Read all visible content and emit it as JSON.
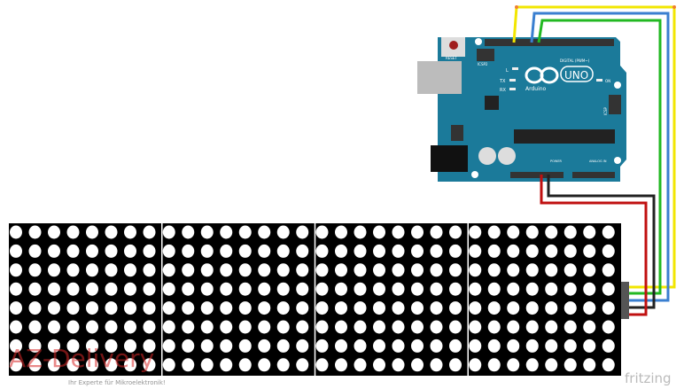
{
  "arduino": {
    "reset_label": "RESET",
    "icsp2_label": "ICSP2",
    "icsp_label": "ICSP",
    "digital_label": "DIGITAL (PWM~)",
    "brand": "Arduino",
    "model": "UNO",
    "on_label": "ON",
    "l_label": "L",
    "tx_label": "TX",
    "rx_label": "RX",
    "power_label": "POWER",
    "analog_label": "ANALOG IN",
    "board_color": "#1b7a9a"
  },
  "matrix": {
    "modules": 4,
    "rows": 8,
    "cols": 8
  },
  "wires": [
    {
      "name": "yellow",
      "color": "#f2e600"
    },
    {
      "name": "green",
      "color": "#22b822"
    },
    {
      "name": "blue",
      "color": "#3a7fd0"
    },
    {
      "name": "black",
      "color": "#222222"
    },
    {
      "name": "red",
      "color": "#c01010"
    }
  ],
  "watermark": {
    "logo": "AZ-Delivery",
    "tagline": "Ihr Experte für Mikroelektronik!"
  },
  "fritzing_label": "fritzing"
}
